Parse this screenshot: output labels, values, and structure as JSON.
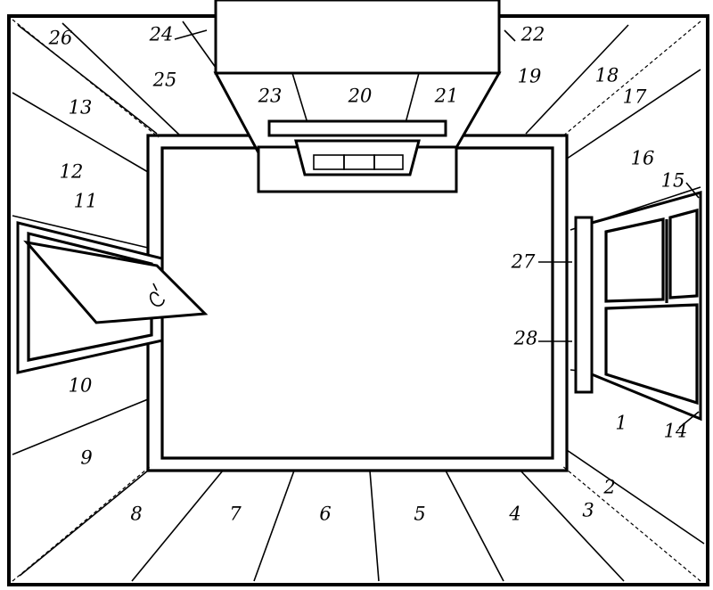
{
  "labels": {
    "l1": "1",
    "l2": "2",
    "l3": "3",
    "l4": "4",
    "l5": "5",
    "l6": "6",
    "l7": "7",
    "l8": "8",
    "l9": "9",
    "l10": "10",
    "l11": "11",
    "l12": "12",
    "l13": "13",
    "l14": "14",
    "l15": "15",
    "l16": "16",
    "l17": "17",
    "l18": "18",
    "l19": "19",
    "l20": "20",
    "l21": "21",
    "l22": "22",
    "l23": "23",
    "l24": "24",
    "l25": "25",
    "l26": "26",
    "l27": "27",
    "l28": "28"
  },
  "colors": {
    "line": "#000000",
    "background": "#ffffff"
  }
}
